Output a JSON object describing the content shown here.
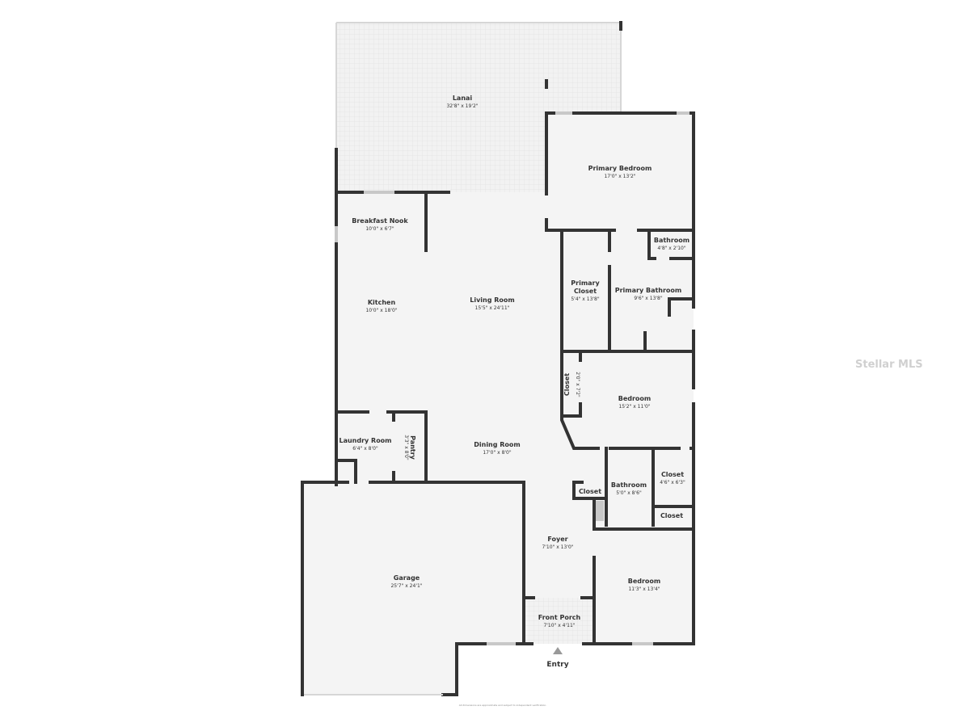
{
  "rooms": {
    "lanai": {
      "name": "Lanai",
      "dims": "32'8\" x 19'2\""
    },
    "primary_bedroom": {
      "name": "Primary Bedroom",
      "dims": "17'0\" x 13'2\""
    },
    "breakfast_nook": {
      "name": "Breakfast Nook",
      "dims": "10'0\" x 6'7\""
    },
    "bathroom_small": {
      "name": "Bathroom",
      "dims": "4'8\" x 2'10\""
    },
    "primary_closet": {
      "name_line1": "Primary",
      "name_line2": "Closet",
      "dims": "5'4\" x 13'8\""
    },
    "primary_bathroom": {
      "name": "Primary Bathroom",
      "dims": "9'6\" x 13'8\""
    },
    "kitchen": {
      "name": "Kitchen",
      "dims": "10'0\" x 18'0\""
    },
    "living_room": {
      "name": "Living Room",
      "dims": "15'5\" x 24'11\""
    },
    "closet_vertical": {
      "name": "Closet",
      "dims": "2'0\" x 7'2\""
    },
    "bedroom_2": {
      "name": "Bedroom",
      "dims": "15'2\" x 11'0\""
    },
    "laundry_room": {
      "name": "Laundry Room",
      "dims": "6'4\" x 8'0\""
    },
    "pantry": {
      "name": "Pantry",
      "dims": "3'3\" x 8'0\""
    },
    "dining_room": {
      "name": "Dining Room",
      "dims": "17'0\" x 8'0\""
    },
    "closet_small": {
      "name": "Closet"
    },
    "bathroom_2": {
      "name": "Bathroom",
      "dims": "5'0\" x 8'6\""
    },
    "closet_2": {
      "name": "Closet",
      "dims": "4'6\" x 6'3\""
    },
    "closet_3": {
      "name": "Closet"
    },
    "foyer": {
      "name": "Foyer",
      "dims": "7'10\" x 13'0\""
    },
    "garage": {
      "name": "Garage",
      "dims": "25'7\" x 24'1\""
    },
    "bedroom_3": {
      "name": "Bedroom",
      "dims": "11'3\" x 13'4\""
    },
    "front_porch": {
      "name": "Front Porch",
      "dims": "7'10\" x 4'11\""
    }
  },
  "entry_label": "Entry",
  "footnote": "All dimensions are approximate and subject to independent verification.",
  "watermark": "Stellar MLS"
}
